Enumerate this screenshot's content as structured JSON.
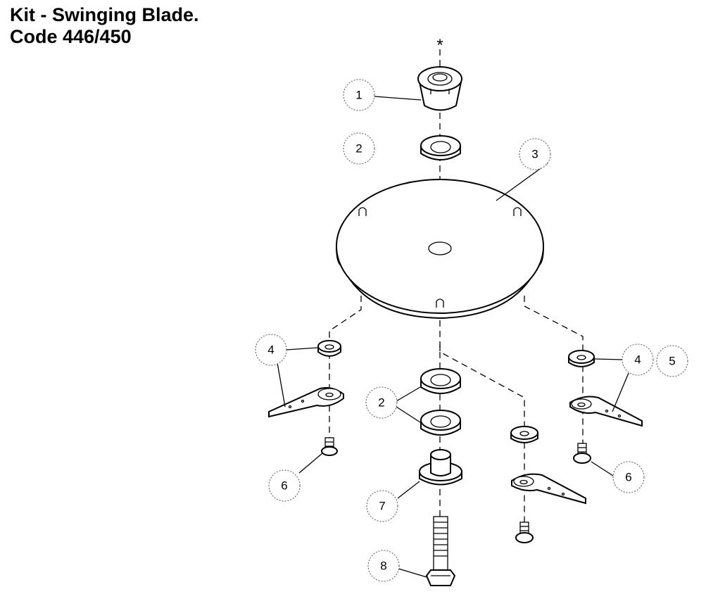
{
  "title": {
    "line1": "Kit - Swinging Blade.",
    "line2": "Code 446/450"
  },
  "note_marker": "*",
  "callouts": [
    {
      "id": "c1",
      "label": "1"
    },
    {
      "id": "c2a",
      "label": "2"
    },
    {
      "id": "c3",
      "label": "3"
    },
    {
      "id": "c4a",
      "label": "4"
    },
    {
      "id": "c4b",
      "label": "4"
    },
    {
      "id": "c5",
      "label": "5"
    },
    {
      "id": "c2b",
      "label": "2"
    },
    {
      "id": "c6a",
      "label": "6"
    },
    {
      "id": "c6b",
      "label": "6"
    },
    {
      "id": "c7",
      "label": "7"
    },
    {
      "id": "c8",
      "label": "8"
    }
  ]
}
